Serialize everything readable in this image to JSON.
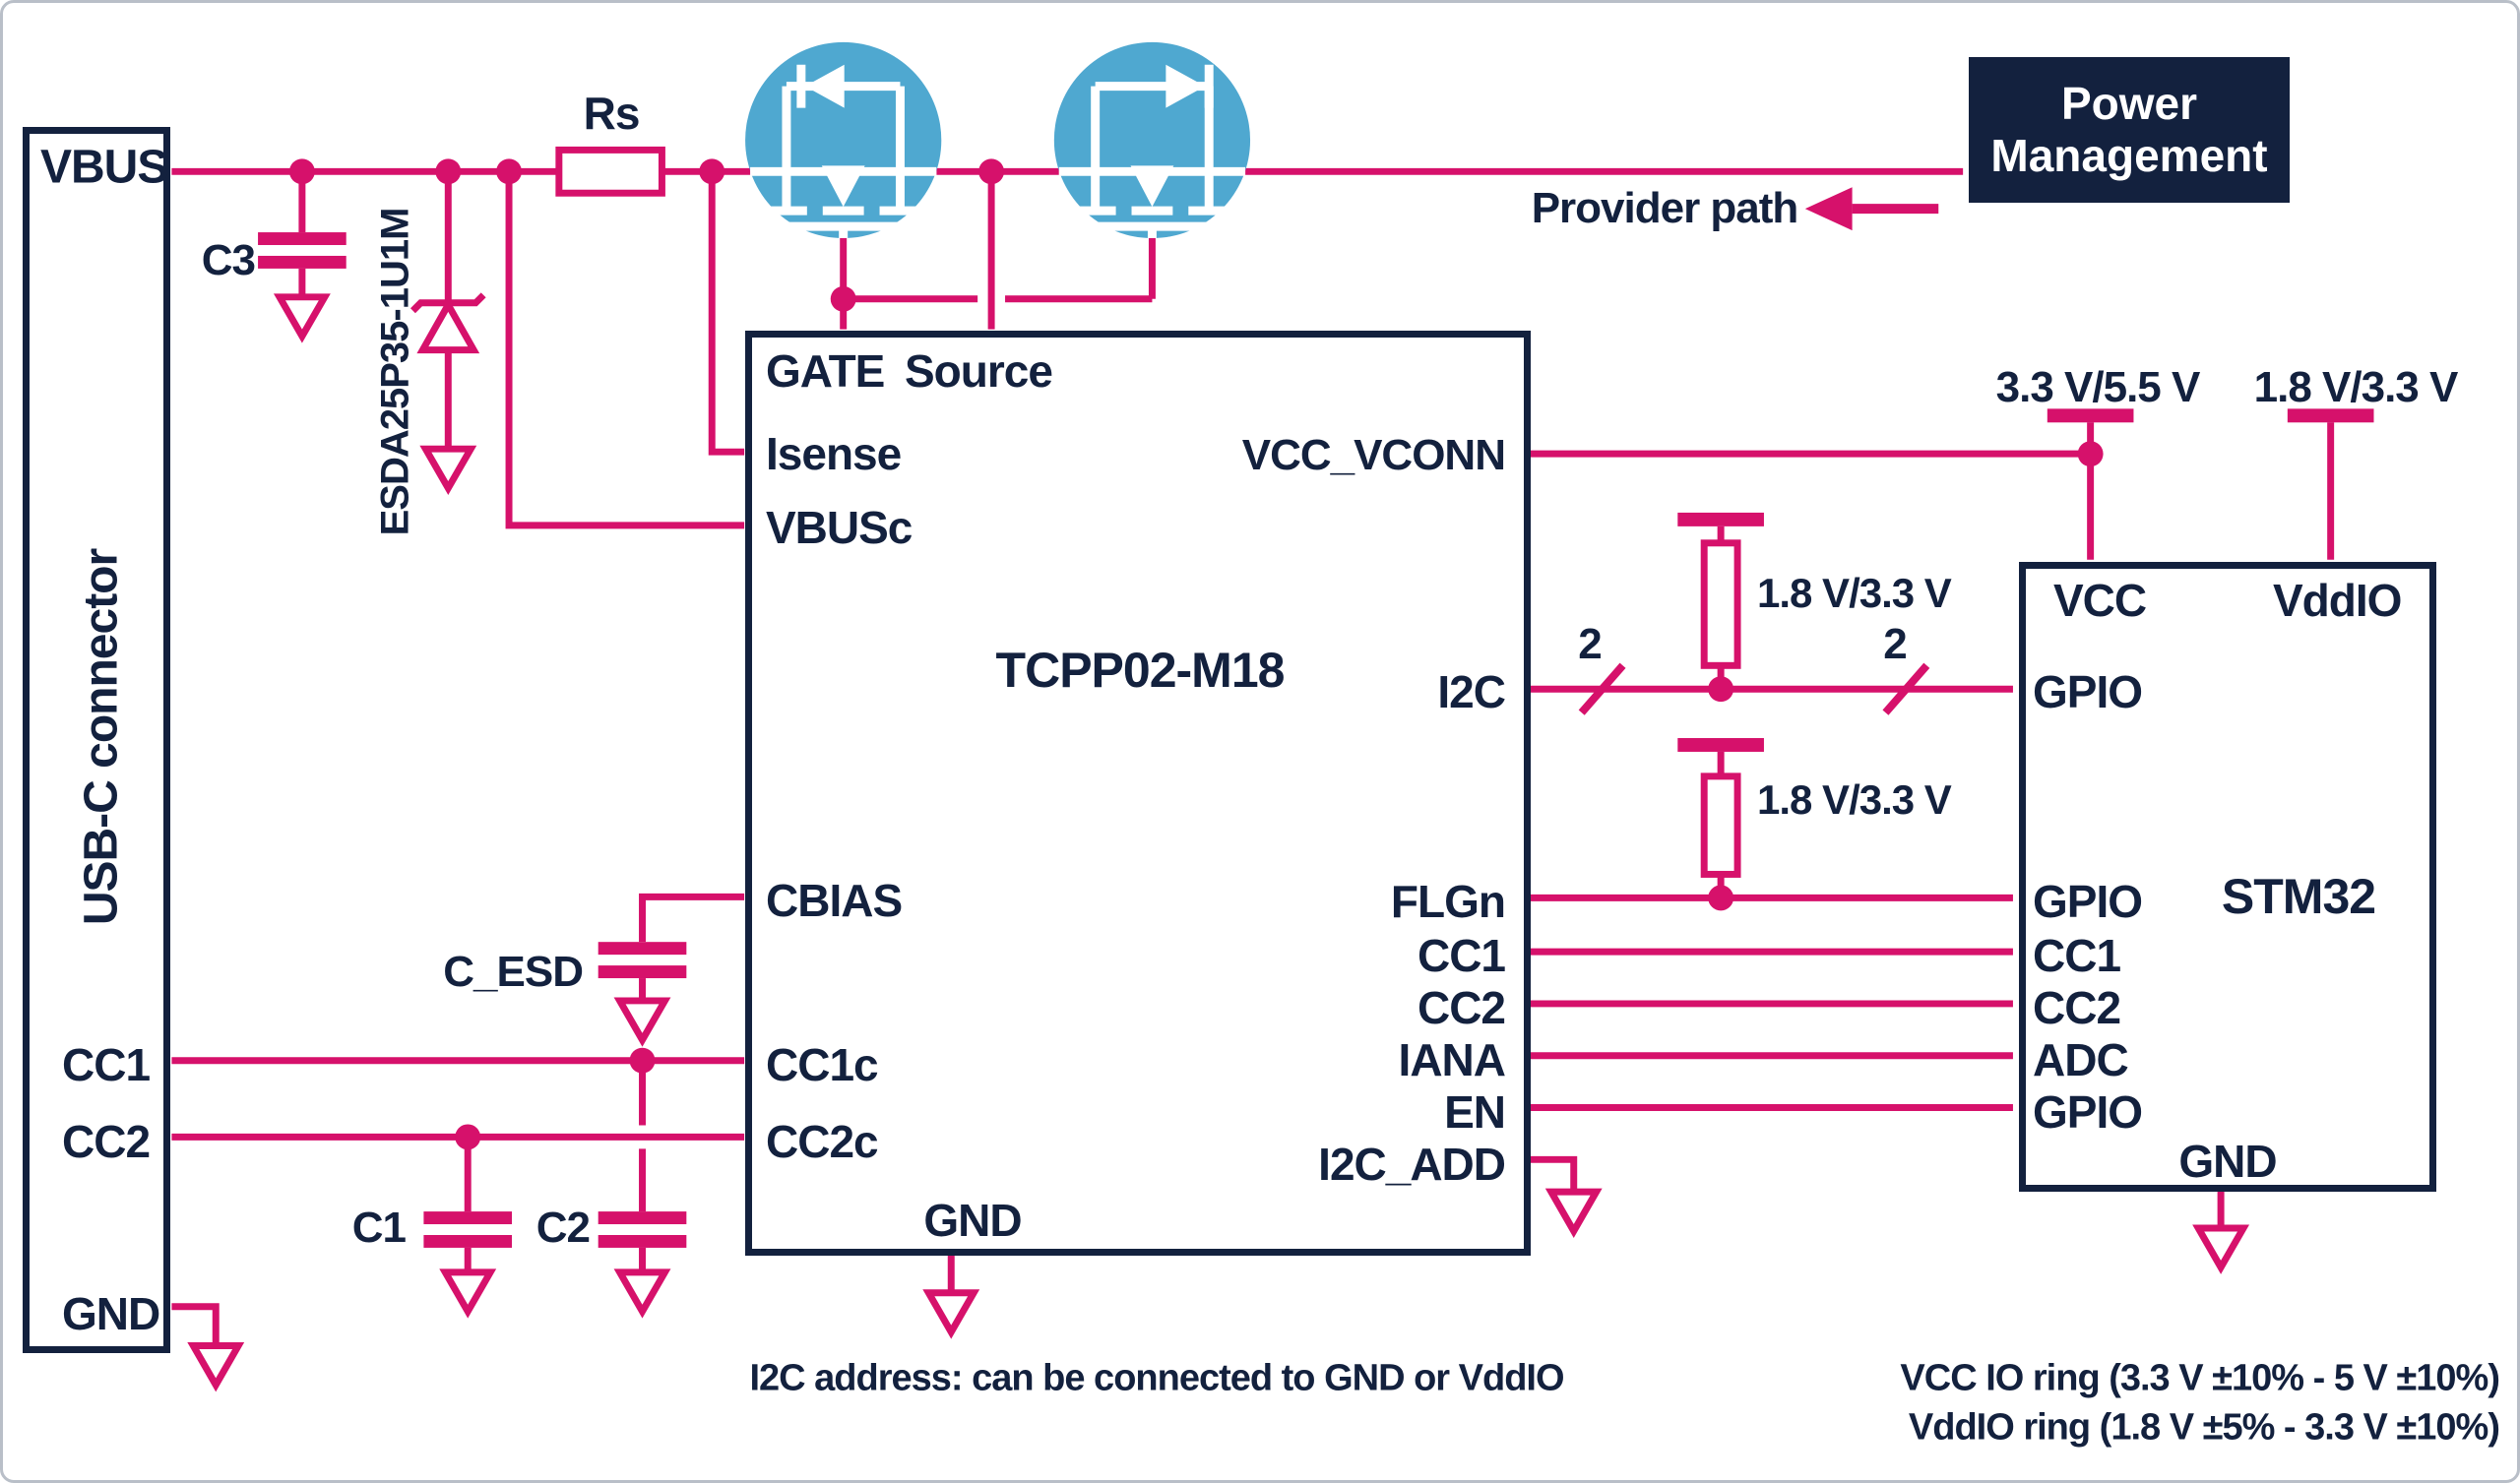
{
  "colors": {
    "pink": "#D6116B",
    "navy": "#13213E",
    "blue": "#4FA8D0",
    "paper": "#ffffff",
    "frame": "#b9bfc8"
  },
  "usbc": {
    "title": "USB-C connector",
    "pins": {
      "vbus": "VBUS",
      "cc1": "CC1",
      "cc2": "CC2",
      "gnd": "GND"
    }
  },
  "components": {
    "c3": "C3",
    "esd_diode": "ESDA25P35-1U1M",
    "rs": "Rs",
    "c_esd": "C_ESD",
    "c1": "C1",
    "c2": "C2",
    "bus_width": "2"
  },
  "tcpp02": {
    "title": "TCPP02-M18",
    "pins": {
      "gate": "GATE",
      "source": "Source",
      "isense": "Isense",
      "vbusc": "VBUSc",
      "cbias": "CBIAS",
      "cc1c": "CC1c",
      "cc2c": "CC2c",
      "vcc_vconn": "VCC_VCONN",
      "i2c": "I2C",
      "flgn": "FLGn",
      "cc1": "CC1",
      "cc2": "CC2",
      "iana": "IANA",
      "en": "EN",
      "i2c_add": "I2C_ADD",
      "gnd": "GND"
    }
  },
  "stm32": {
    "title": "STM32",
    "pins": {
      "vcc": "VCC",
      "vddio": "VddIO",
      "gpio_i2c": "GPIO",
      "gpio_flgn": "GPIO",
      "cc1": "CC1",
      "cc2": "CC2",
      "adc": "ADC",
      "gpio_en": "GPIO",
      "gnd": "GND"
    }
  },
  "power_management": {
    "line1": "Power",
    "line2": "Management"
  },
  "rails": {
    "vcc_rail": "3.3 V/5.5 V",
    "vddio_rail": "1.8 V/3.3 V",
    "pullup_i2c": "1.8 V/3.3 V",
    "pullup_flgn": "1.8 V/3.3 V"
  },
  "annotations": {
    "provider_path": "Provider path",
    "i2c_note": "I2C address: can be connected to GND or VddIO",
    "vcc_ring_note": "VCC IO ring (3.3 V ±10% - 5 V ±10%)",
    "vddio_ring_note": "VddIO ring (1.8 V ±5% - 3.3 V ±10%)"
  }
}
